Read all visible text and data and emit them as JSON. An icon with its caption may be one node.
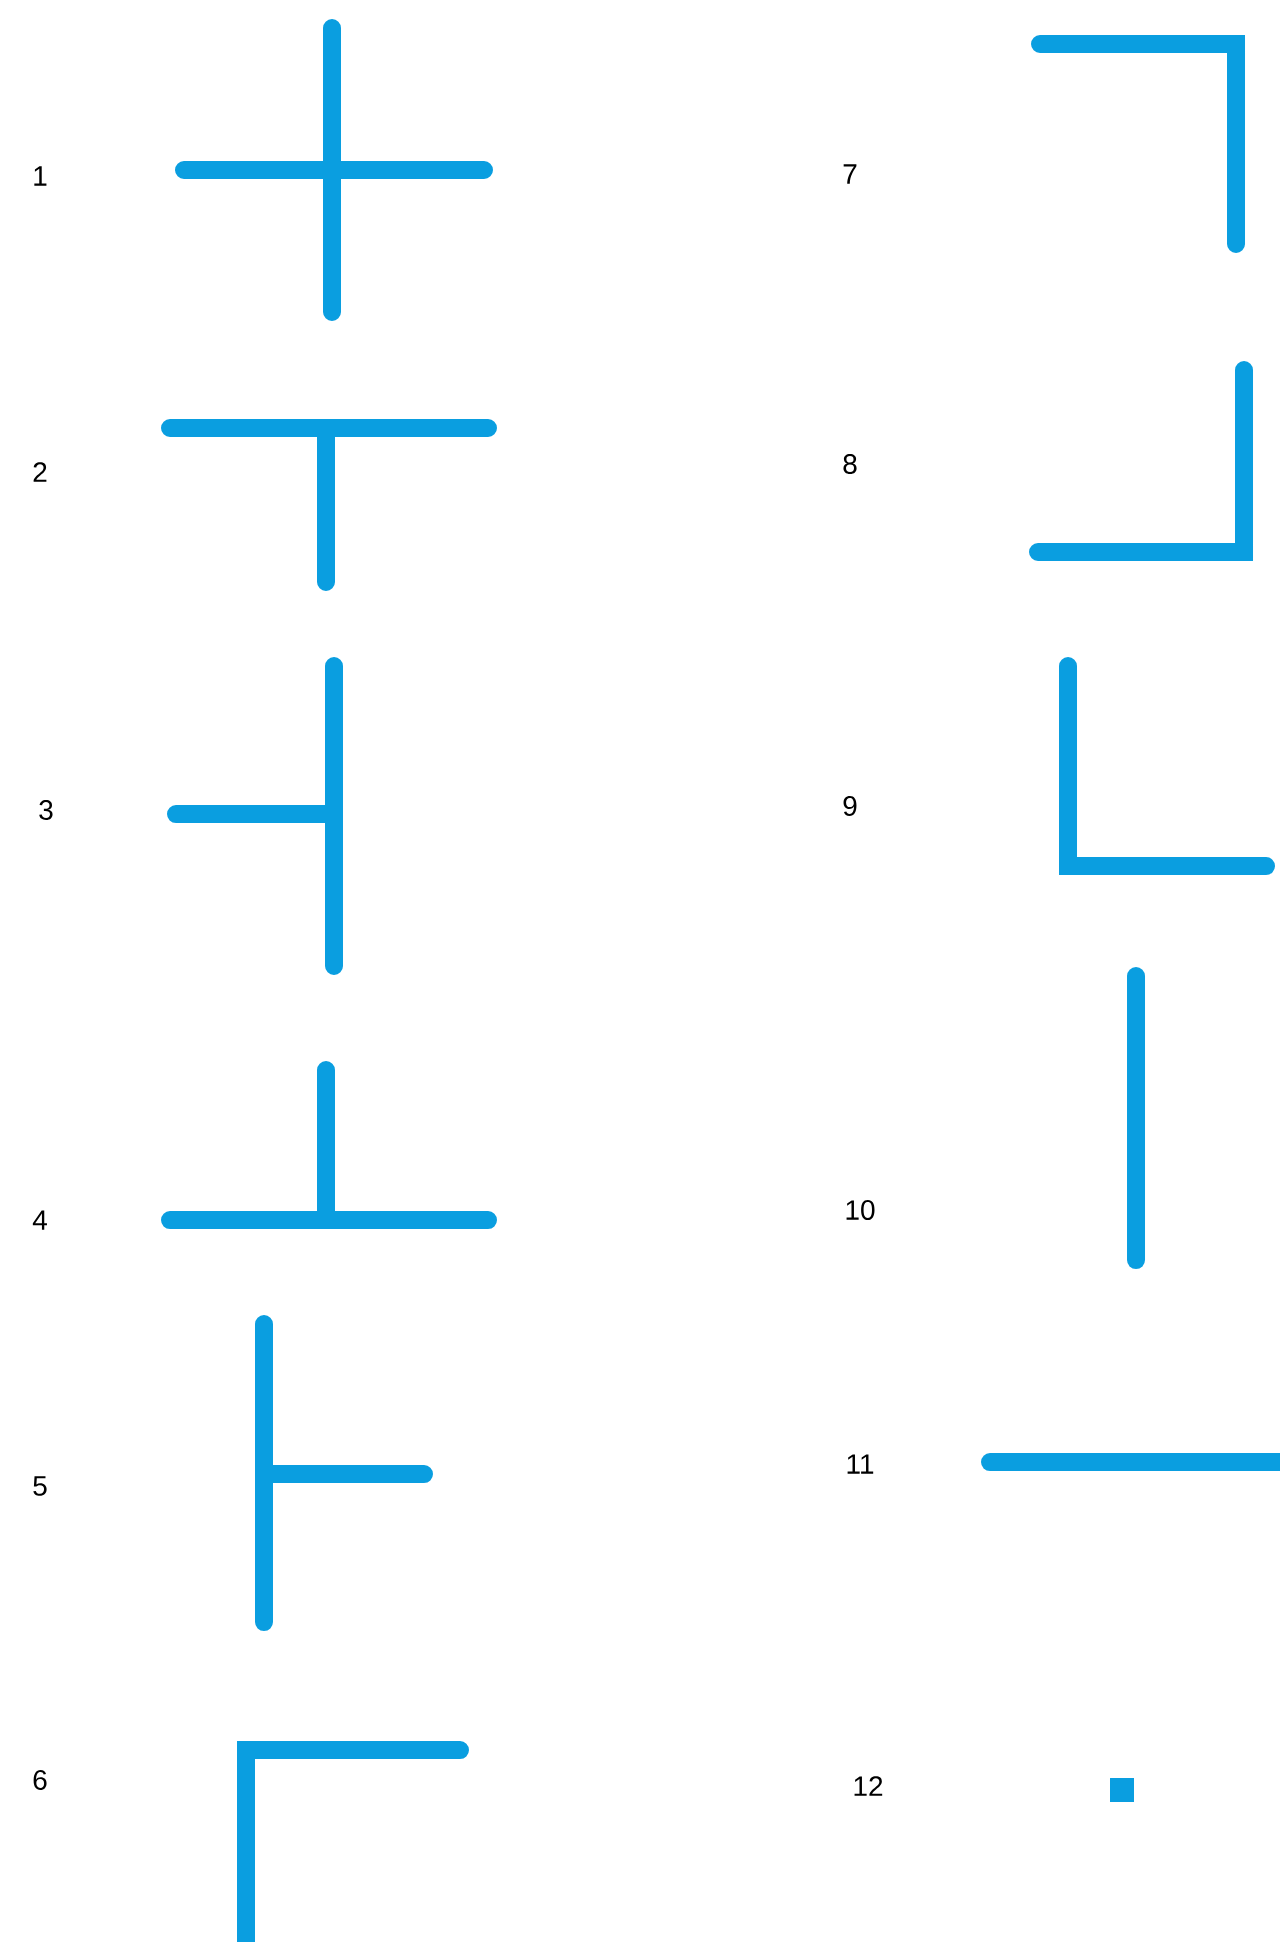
{
  "diagram": {
    "labels": [
      "1",
      "7",
      "2",
      "8",
      "3",
      "9",
      "4",
      "10",
      "5",
      "11",
      "6",
      "12"
    ]
  }
}
